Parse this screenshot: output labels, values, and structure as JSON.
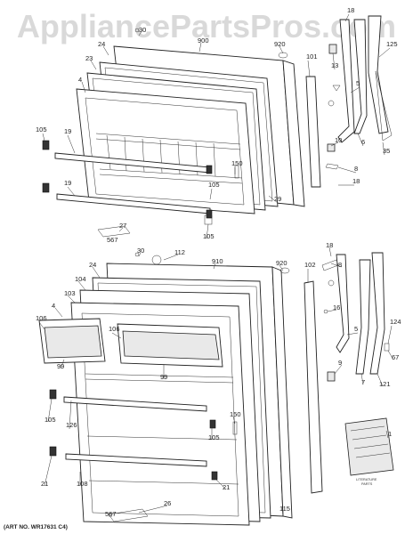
{
  "watermark": "AppliancePartsPros.com",
  "art_number": "(ART NO. WR17631 C4)",
  "literature_label_line1": "LITERATURE",
  "literature_label_line2": "PARTS",
  "callouts": {
    "top": [
      "30",
      "900",
      "920",
      "18",
      "24",
      "23",
      "4",
      "101",
      "13",
      "5",
      "125",
      "105",
      "19",
      "6",
      "35",
      "10",
      "150",
      "8",
      "18",
      "19",
      "105",
      "29",
      "27",
      "567",
      "105"
    ],
    "bottom": [
      "30",
      "112",
      "910",
      "920",
      "102",
      "18",
      "24",
      "104",
      "103",
      "4",
      "106",
      "106",
      "99",
      "99",
      "8",
      "16",
      "5",
      "124",
      "67",
      "9",
      "7",
      "121",
      "105",
      "126",
      "105",
      "150",
      "21",
      "108",
      "21",
      "1",
      "26",
      "567",
      "115"
    ]
  }
}
